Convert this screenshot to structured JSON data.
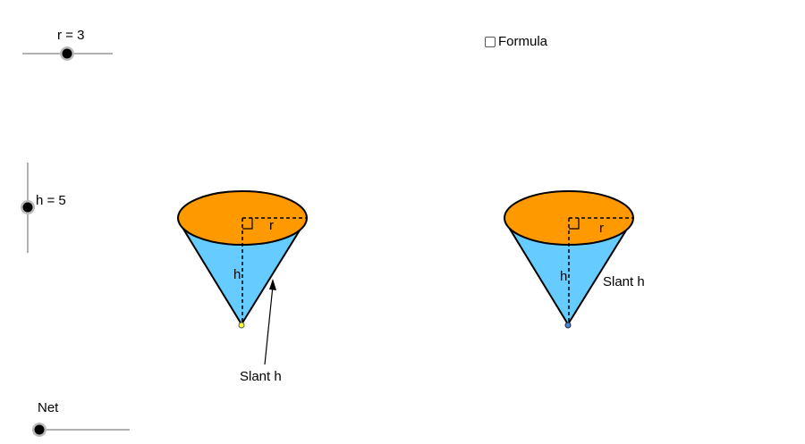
{
  "sliders": {
    "r": {
      "label": "r = 3",
      "value": 3
    },
    "h": {
      "label": "h = 5",
      "value": 5
    },
    "net": {
      "label": "Net",
      "value": 0
    }
  },
  "formula_checkbox": {
    "label": "Formula",
    "checked": false
  },
  "cone_labels": {
    "radius": "r",
    "height": "h",
    "slant": "Slant h"
  },
  "colors": {
    "base_fill": "#ff9900",
    "side_fill": "#66ccff",
    "slider_knob": "#000000",
    "apex_left": "#ffff33",
    "apex_right": "#4d88cc"
  }
}
